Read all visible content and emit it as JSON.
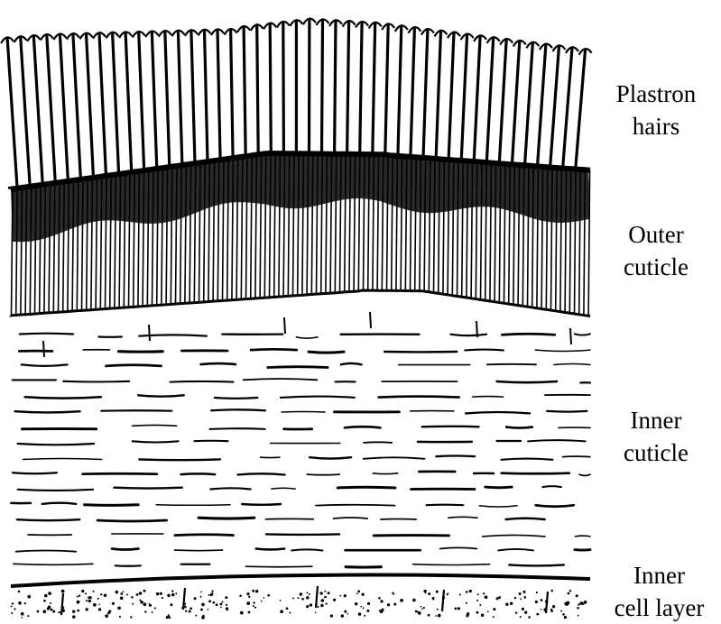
{
  "diagram": {
    "layers": [
      {
        "id": "plastron-hairs",
        "label_lines": [
          "Plastron",
          "hairs"
        ]
      },
      {
        "id": "outer-cuticle",
        "label_lines": [
          "Outer",
          "cuticle"
        ]
      },
      {
        "id": "inner-cuticle",
        "label_lines": [
          "Inner",
          "cuticle"
        ]
      },
      {
        "id": "inner-cell-layer",
        "label_lines": [
          "Inner",
          "cell layer"
        ]
      }
    ],
    "ink_color": "#000000",
    "paper_color": "#ffffff"
  }
}
